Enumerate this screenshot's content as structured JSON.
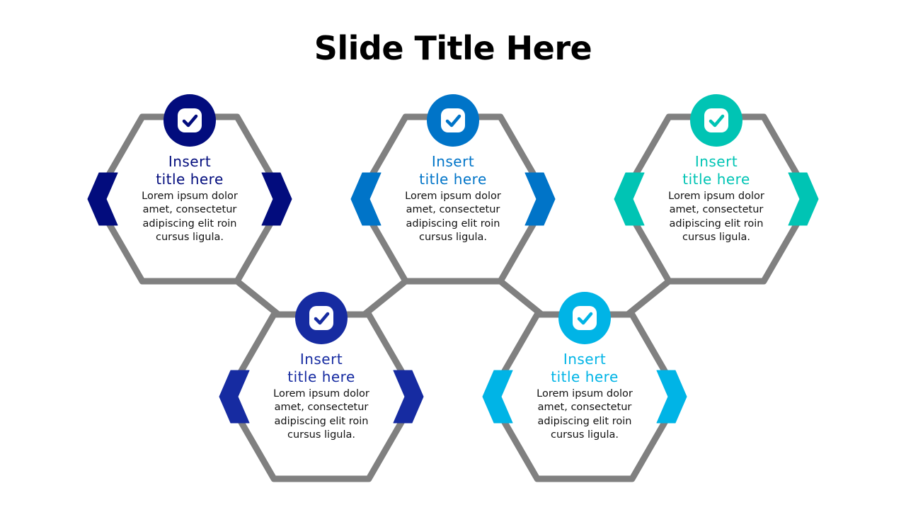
{
  "slide": {
    "title": "Slide Title Here"
  },
  "items": [
    {
      "title_line1": "Insert",
      "title_line2": "title here",
      "body": "Lorem ipsum dolor amet, consectetur adipiscing elit roin cursus ligula.",
      "color": "#020C7D",
      "icon": "check-badge-icon"
    },
    {
      "title_line1": "Insert",
      "title_line2": "title here",
      "body": "Lorem ipsum dolor amet, consectetur adipiscing elit roin cursus ligula.",
      "color": "#162BA1",
      "icon": "check-badge-icon"
    },
    {
      "title_line1": "Insert",
      "title_line2": "title here",
      "body": "Lorem ipsum dolor amet, consectetur adipiscing elit roin cursus ligula.",
      "color": "#0074C8",
      "icon": "check-badge-icon"
    },
    {
      "title_line1": "Insert",
      "title_line2": "title here",
      "body": "Lorem ipsum dolor amet, consectetur adipiscing elit roin cursus ligula.",
      "color": "#00B4E6",
      "icon": "check-badge-icon"
    },
    {
      "title_line1": "Insert",
      "title_line2": "title here",
      "body": "Lorem ipsum dolor amet, consectetur adipiscing elit roin cursus ligula.",
      "color": "#00C4B4",
      "icon": "check-badge-icon"
    }
  ],
  "colors": {
    "outline": "#808080"
  }
}
